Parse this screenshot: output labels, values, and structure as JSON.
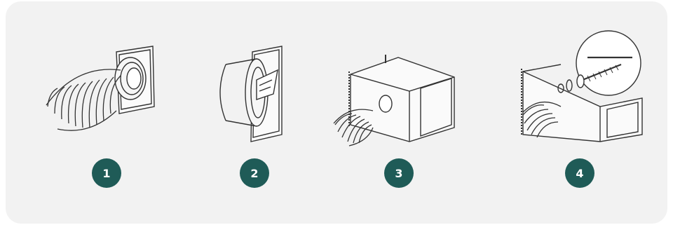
{
  "steps": [
    {
      "number": "1",
      "icon": "duct-hose-attach-icon"
    },
    {
      "number": "2",
      "icon": "backdraft-flange-icon"
    },
    {
      "number": "3",
      "icon": "rect-duct-hose-icon"
    },
    {
      "number": "4",
      "icon": "screw-fasten-icon"
    }
  ],
  "colors": {
    "card": "#f2f2f2",
    "badge": "#1f5b57",
    "line": "#333333"
  }
}
